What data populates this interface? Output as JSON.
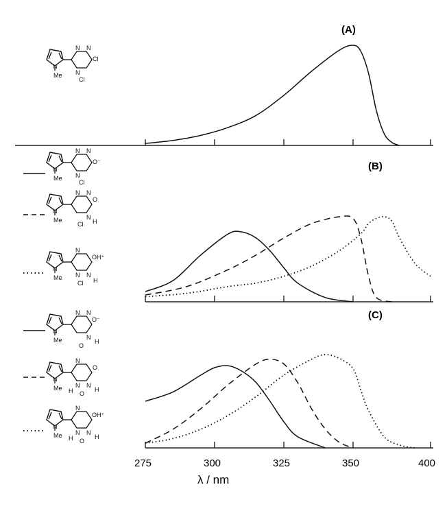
{
  "chart_data": {
    "type": "line",
    "xlabel": "λ / nm",
    "x_ticks": [
      275,
      300,
      325,
      350,
      400
    ],
    "xlim": [
      275,
      400
    ],
    "panels": [
      {
        "label": "(A)",
        "series": [
          {
            "style": "solid",
            "x": [
              275,
              285,
              295,
              305,
              315,
              325,
              335,
              345,
              350,
              355,
              360,
              365,
              370,
              375,
              380
            ],
            "y": [
              0.02,
              0.05,
              0.1,
              0.18,
              0.3,
              0.5,
              0.74,
              0.95,
              1.0,
              0.94,
              0.72,
              0.35,
              0.12,
              0.03,
              0.0
            ]
          }
        ],
        "structures": [
          {
            "substituents": [
              "Cl",
              "Cl"
            ],
            "n_methyl": "Me"
          }
        ]
      },
      {
        "label": "(B)",
        "series": [
          {
            "style": "solid",
            "x": [
              275,
              285,
              295,
              305,
              310,
              315,
              320,
              325,
              330,
              340,
              350
            ],
            "y": [
              0.12,
              0.25,
              0.55,
              0.8,
              0.82,
              0.75,
              0.6,
              0.4,
              0.22,
              0.05,
              0.0
            ]
          },
          {
            "style": "dashed",
            "x": [
              275,
              290,
              305,
              315,
              325,
              335,
              345,
              350,
              355,
              360,
              365,
              375
            ],
            "y": [
              0.08,
              0.18,
              0.38,
              0.55,
              0.75,
              0.92,
              1.0,
              0.98,
              0.75,
              0.3,
              0.05,
              0.0
            ]
          },
          {
            "style": "dotted",
            "x": [
              275,
              290,
              305,
              315,
              325,
              335,
              345,
              355,
              360,
              365,
              370,
              375,
              380,
              390,
              400
            ],
            "y": [
              0.06,
              0.1,
              0.18,
              0.22,
              0.3,
              0.42,
              0.6,
              0.8,
              0.92,
              0.98,
              1.0,
              0.95,
              0.75,
              0.45,
              0.3
            ]
          }
        ],
        "structures": [
          {
            "legend_style": "solid",
            "substituents": [
              "O⁻",
              "Cl"
            ],
            "n_methyl": "Me"
          },
          {
            "legend_style": "dashed",
            "substituents": [
              "O",
              "Cl",
              "H"
            ],
            "n_methyl": "Me"
          },
          {
            "legend_style": "dotted",
            "substituents": [
              "OH⁺",
              "Cl",
              "H"
            ],
            "n_methyl": "Me"
          }
        ]
      },
      {
        "label": "(C)",
        "series": [
          {
            "style": "solid",
            "x": [
              275,
              285,
              295,
              300,
              305,
              310,
              315,
              320,
              325,
              330,
              340
            ],
            "y": [
              0.5,
              0.6,
              0.78,
              0.86,
              0.88,
              0.82,
              0.7,
              0.5,
              0.28,
              0.12,
              0.0
            ]
          },
          {
            "style": "dashed",
            "x": [
              275,
              285,
              295,
              305,
              315,
              320,
              325,
              330,
              335,
              340,
              345,
              350
            ],
            "y": [
              0.05,
              0.2,
              0.42,
              0.68,
              0.9,
              0.95,
              0.9,
              0.7,
              0.42,
              0.2,
              0.06,
              0.0
            ]
          },
          {
            "style": "dotted",
            "x": [
              275,
              285,
              295,
              305,
              315,
              325,
              335,
              340,
              345,
              350,
              355,
              360,
              370,
              380,
              390
            ],
            "y": [
              0.05,
              0.1,
              0.2,
              0.35,
              0.55,
              0.78,
              0.95,
              1.0,
              0.96,
              0.85,
              0.62,
              0.4,
              0.12,
              0.03,
              0.0
            ]
          }
        ],
        "structures": [
          {
            "legend_style": "solid",
            "substituents": [
              "O⁻",
              "O",
              "H"
            ],
            "n_methyl": "Me"
          },
          {
            "legend_style": "dashed",
            "substituents": [
              "O",
              "O",
              "H",
              "H"
            ],
            "n_methyl": "Me"
          },
          {
            "legend_style": "dotted",
            "substituents": [
              "OH⁺",
              "O",
              "H",
              "H"
            ],
            "n_methyl": "Me"
          }
        ]
      }
    ]
  }
}
